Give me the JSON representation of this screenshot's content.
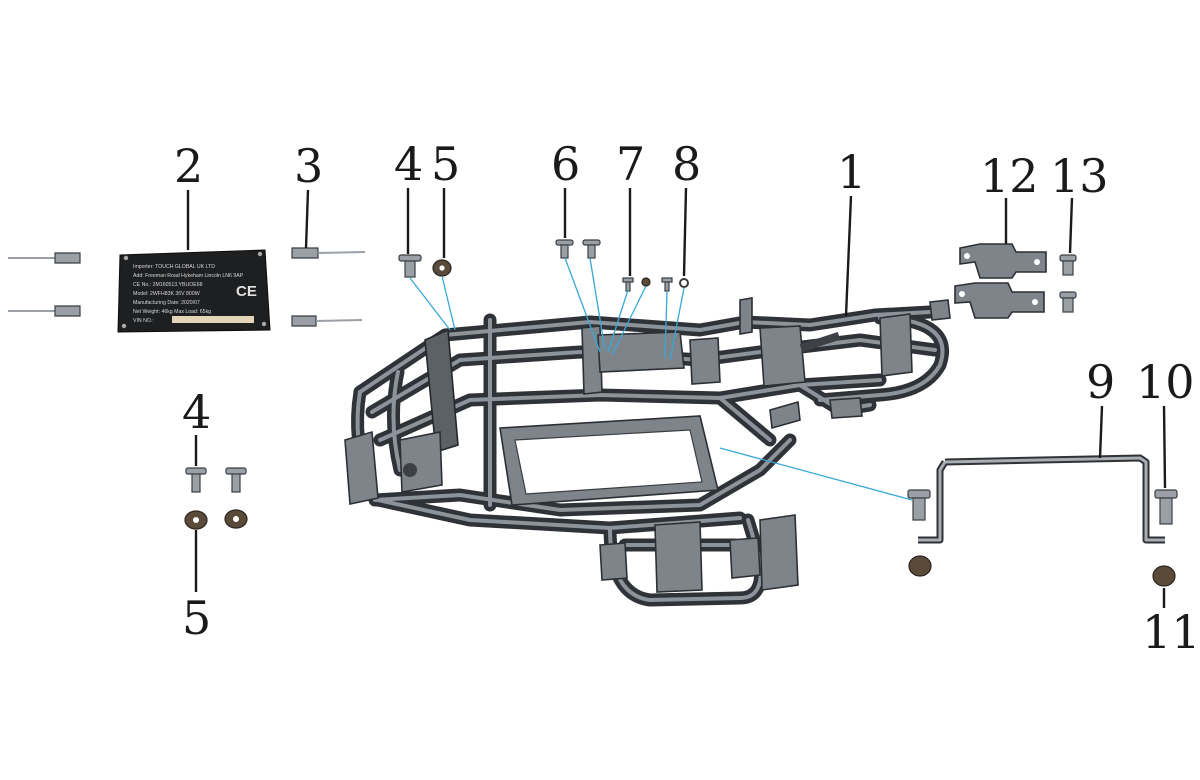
{
  "callouts": {
    "frame": "1",
    "nameplate": "2",
    "rivet": "3",
    "bolt_top": "4",
    "washer_top": "5",
    "bolt_mid_6": "6",
    "screw_7": "7",
    "washer_8": "8",
    "bracket_bar": "9",
    "bolt_10": "10",
    "nut_11": "11",
    "mount_bracket_12": "12",
    "bolt_13": "13",
    "bolt_bottom": "4",
    "washer_bottom": "5"
  },
  "nameplate": {
    "lines": [
      "Importer: TOUCH GLOBAL UK LTD",
      "Add: Freeman Road Hykeham Lincoln LN6 9AP",
      "CE No.: 2M160513.YBUOE68",
      "Model: 2WFH83K   36V 800W",
      "Manufacturing Date: 2020/07",
      "Net Weight: 46kg   Max Load: 65kg",
      "VIN NO.:"
    ],
    "ce_mark": "CE"
  }
}
